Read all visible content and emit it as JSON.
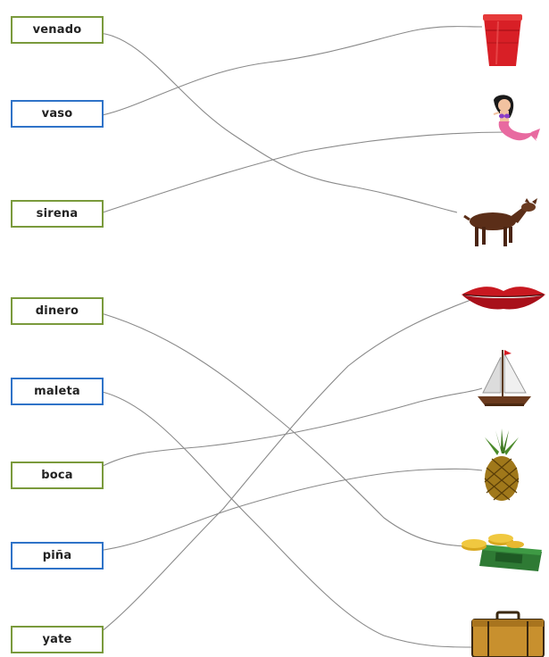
{
  "words": [
    {
      "label": "venado"
    },
    {
      "label": "vaso"
    },
    {
      "label": "sirena"
    },
    {
      "label": "dinero"
    },
    {
      "label": "maleta"
    },
    {
      "label": "boca"
    },
    {
      "label": "piña"
    },
    {
      "label": "yate"
    }
  ],
  "pictures": [
    "red-cup-icon",
    "mermaid-icon",
    "deer-icon",
    "lips-icon",
    "sailboat-icon",
    "pineapple-icon",
    "money-icon",
    "suitcase-icon"
  ],
  "colors": {
    "green_border": "#7a9a3c",
    "blue_border": "#2f73c8",
    "line": "#888888"
  }
}
